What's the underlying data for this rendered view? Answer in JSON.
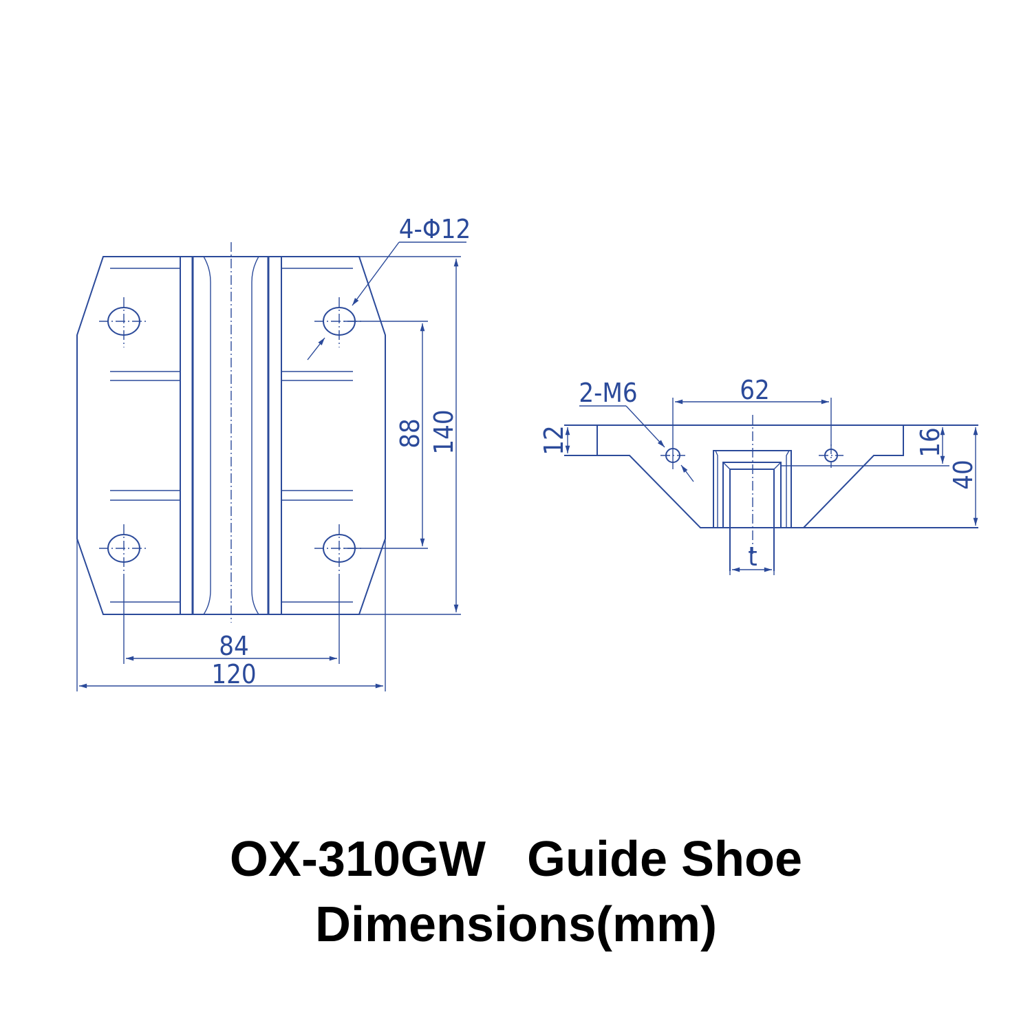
{
  "title_line1": "OX-310GW   Guide Shoe",
  "title_line2": "Dimensions(mm)",
  "front_view": {
    "hole_callout": "4-Φ12",
    "height": "140",
    "hole_vertical_spacing": "88",
    "hole_horizontal_spacing": "84",
    "width": "120"
  },
  "side_view": {
    "thread_callout": "2-M6",
    "thread_spacing": "62",
    "flange_thickness": "12",
    "step_height": "16",
    "total_height": "40",
    "rail_thickness": "t"
  },
  "colors": {
    "line": "#2b4a9a",
    "text": "#000000"
  }
}
